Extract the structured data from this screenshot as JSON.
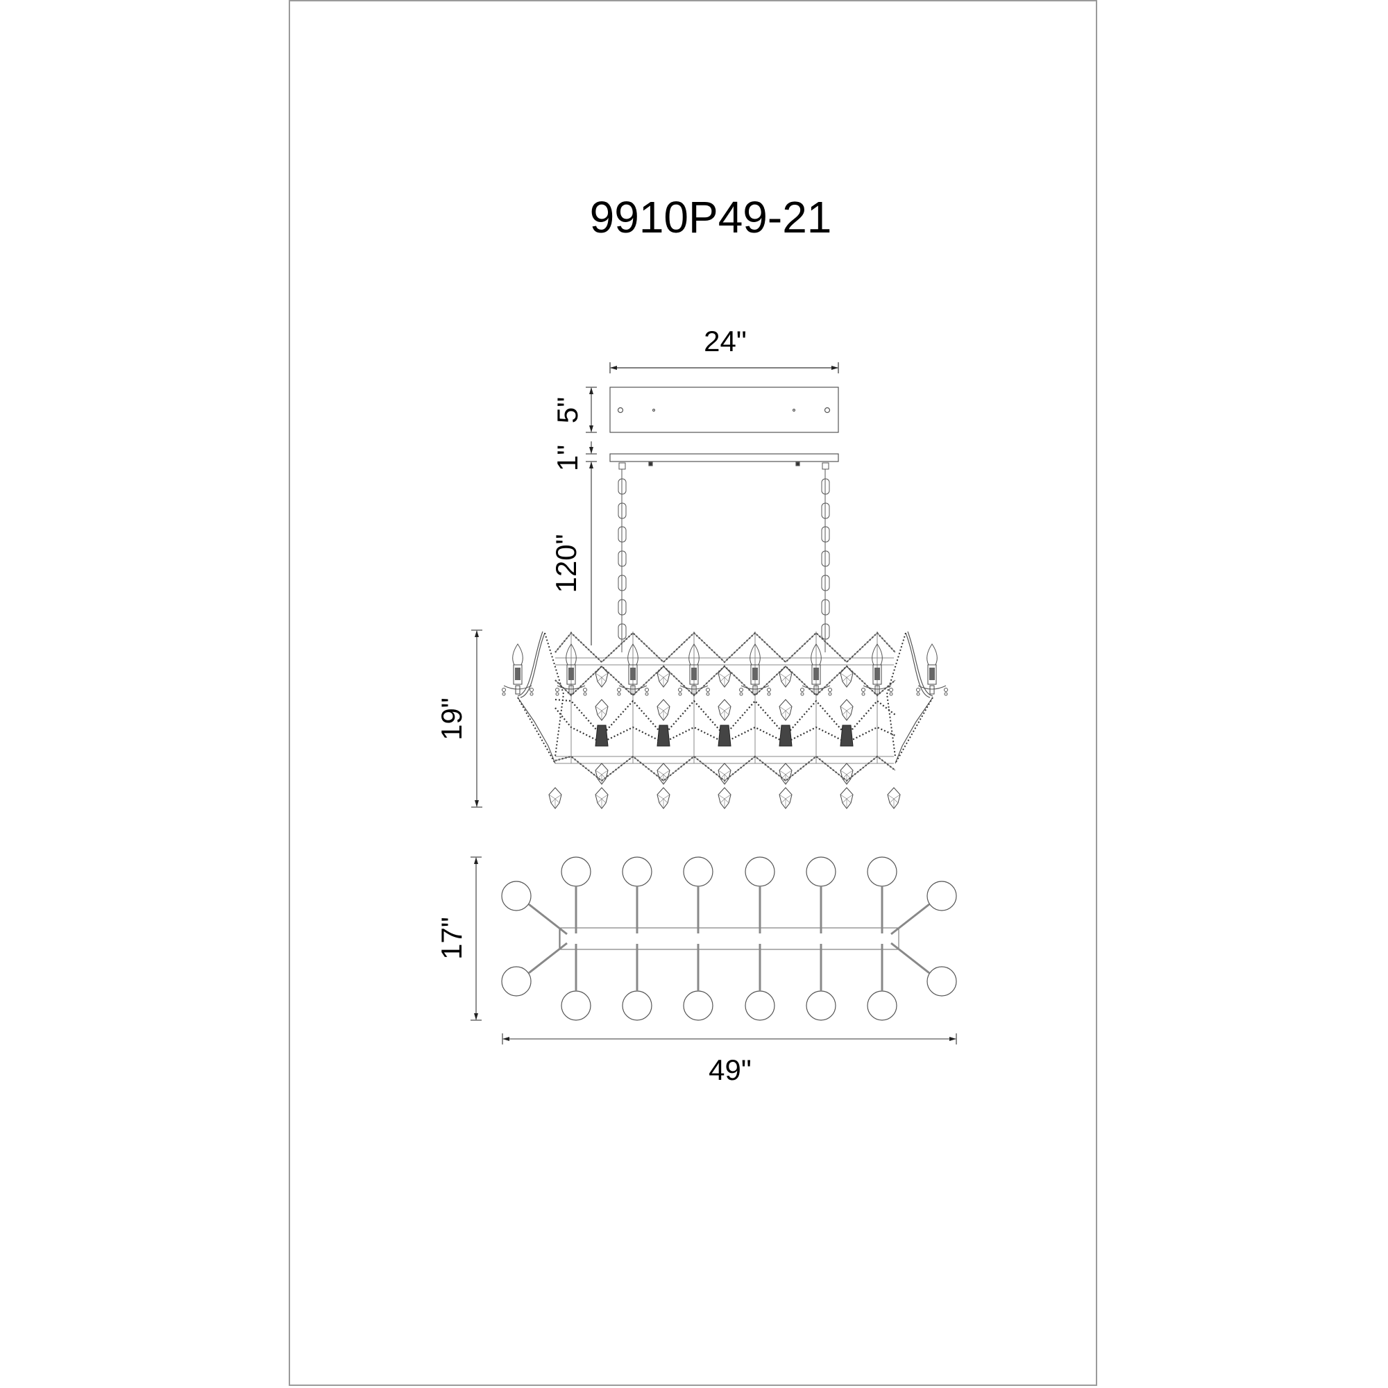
{
  "title": "9910P49-21",
  "dimensions": {
    "canopy_width": "24\"",
    "canopy_height": "5\"",
    "plate_height": "1\"",
    "chain_length": "120\"",
    "body_height": "19\"",
    "plan_depth": "17\"",
    "plan_width": "49\""
  },
  "colors": {
    "line": "#555555",
    "frame": "#9a9a9a",
    "text": "#000000"
  },
  "views": {
    "elevation": {
      "lights_visible": 8,
      "posts": 6
    },
    "plan": {
      "top_row_lights": 6,
      "bottom_row_lights": 6,
      "side_lights": 4
    }
  }
}
